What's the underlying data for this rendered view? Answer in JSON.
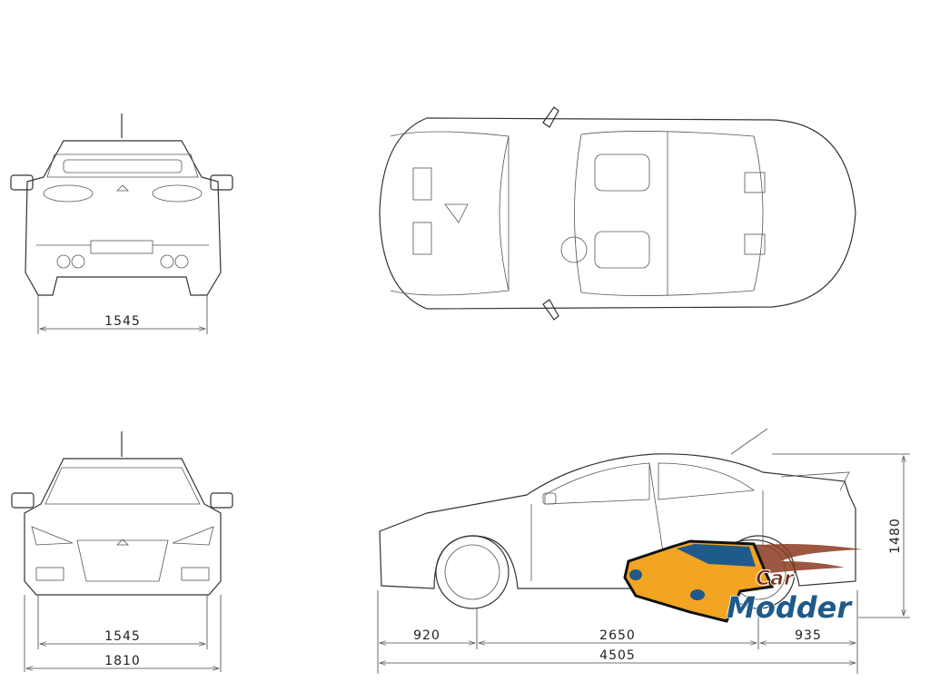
{
  "drawing": {
    "rear_view": {
      "track_width": "1545"
    },
    "front_view": {
      "track_width": "1545",
      "overall_width": "1810"
    },
    "side_view": {
      "front_overhang": "920",
      "wheelbase": "2650",
      "rear_overhang": "935",
      "overall_length": "4505",
      "overall_height": "1480"
    }
  },
  "watermark": {
    "line1": "Car",
    "line2": "Modder"
  },
  "colors": {
    "logo_orange": "#f2a423",
    "logo_blue": "#1f5a8a",
    "logo_brown": "#7a2a14"
  }
}
